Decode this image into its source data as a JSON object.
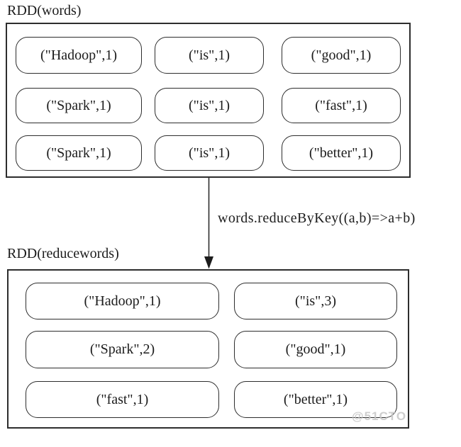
{
  "colors": {
    "line": "#2d2d2d",
    "text": "#1c1c1c",
    "background": "#ffffff",
    "watermark": "#c6c6c6"
  },
  "top_box": {
    "label": "RDD(words)",
    "cells": [
      "(\"Hadoop\",1)",
      "(\"is\",1)",
      "(\"good\",1)",
      "(\"Spark\",1)",
      "(\"is\",1)",
      "(\"fast\",1)",
      "(\"Spark\",1)",
      "(\"is\",1)",
      "(\"better\",1)"
    ]
  },
  "transform": {
    "arrow_icon": "down-arrow",
    "arrow_label": "words.reduceByKey((a,b)=>a+b)"
  },
  "bottom_box": {
    "label": "RDD(reducewords)",
    "cells": [
      "(\"Hadoop\",1)",
      "(\"is\",3)",
      "(\"Spark\",2)",
      "(\"good\",1)",
      "(\"fast\",1)",
      "(\"better\",1)"
    ]
  },
  "watermark": "@51CTO"
}
